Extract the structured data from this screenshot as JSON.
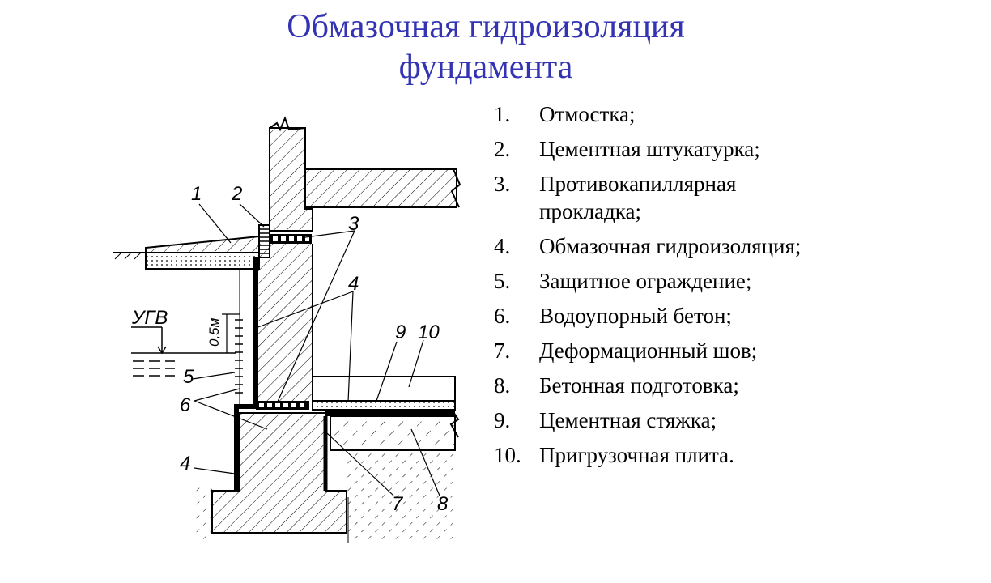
{
  "title": {
    "line1": "Обмазочная гидроизоляция",
    "line2": "фундамента"
  },
  "legend": [
    {
      "num": "1.",
      "text": "Отмостка;"
    },
    {
      "num": "2.",
      "text": "Цементная штукатурка;"
    },
    {
      "num": "3.",
      "text": "Противокапиллярная прокладка;"
    },
    {
      "num": "4.",
      "text": "Обмазочная гидроизоляция;"
    },
    {
      "num": "5.",
      "text": "Защитное ограждение;"
    },
    {
      "num": "6.",
      "text": "Водоупорный бетон;"
    },
    {
      "num": "7.",
      "text": "Деформационный шов;"
    },
    {
      "num": "8.",
      "text": "Бетонная подготовка;"
    },
    {
      "num": "9.",
      "text": "Цементная стяжка;"
    },
    {
      "num": "10.",
      "text": "Пригрузочная плита."
    }
  ],
  "diagram": {
    "callouts": {
      "c1": "1",
      "c2": "2",
      "c3": "3",
      "c4a": "4",
      "c4b": "4",
      "c5": "5",
      "c6": "6",
      "c7": "7",
      "c8": "8",
      "c9": "9",
      "c10": "10"
    },
    "ugv_label": "УГВ",
    "dim_label": "0,5м"
  }
}
